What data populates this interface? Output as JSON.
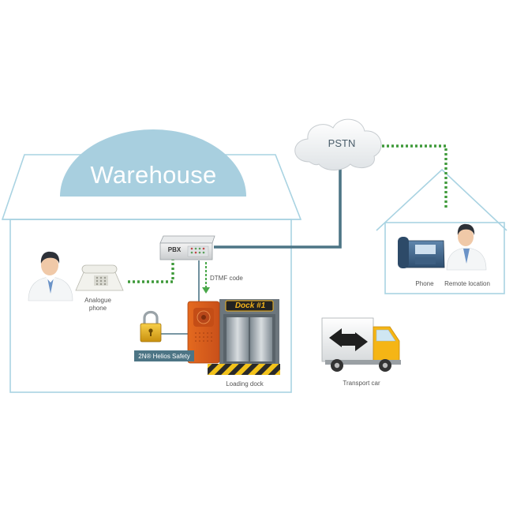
{
  "colors": {
    "outline": "#a9d3e2",
    "dome": "#a8cfdf",
    "solid_line": "#4d7585",
    "dotted_line": "#3f9a3a",
    "dtmf_arrow": "#4aa84a",
    "label_text": "#555555"
  },
  "warehouse": {
    "title": "Warehouse"
  },
  "network": {
    "cloud_label": "PSTN",
    "pbx_label": "PBX",
    "dtmf_label": "DTMF code"
  },
  "nodes": {
    "analogue_phone_label": "Analogue phone",
    "helios_label": "2N® Helios Safety",
    "dock_sign": "Dock #1",
    "loading_dock_label": "Loading dock",
    "transport_label": "Transport car",
    "phone_label": "Phone",
    "remote_label": "Remote location"
  },
  "icons": [
    "person-icon",
    "desk-phone-icon",
    "pbx-icon",
    "padlock-icon",
    "intercom-icon",
    "elevator-door-icon",
    "truck-icon",
    "cloud-icon",
    "arrows-icon"
  ]
}
